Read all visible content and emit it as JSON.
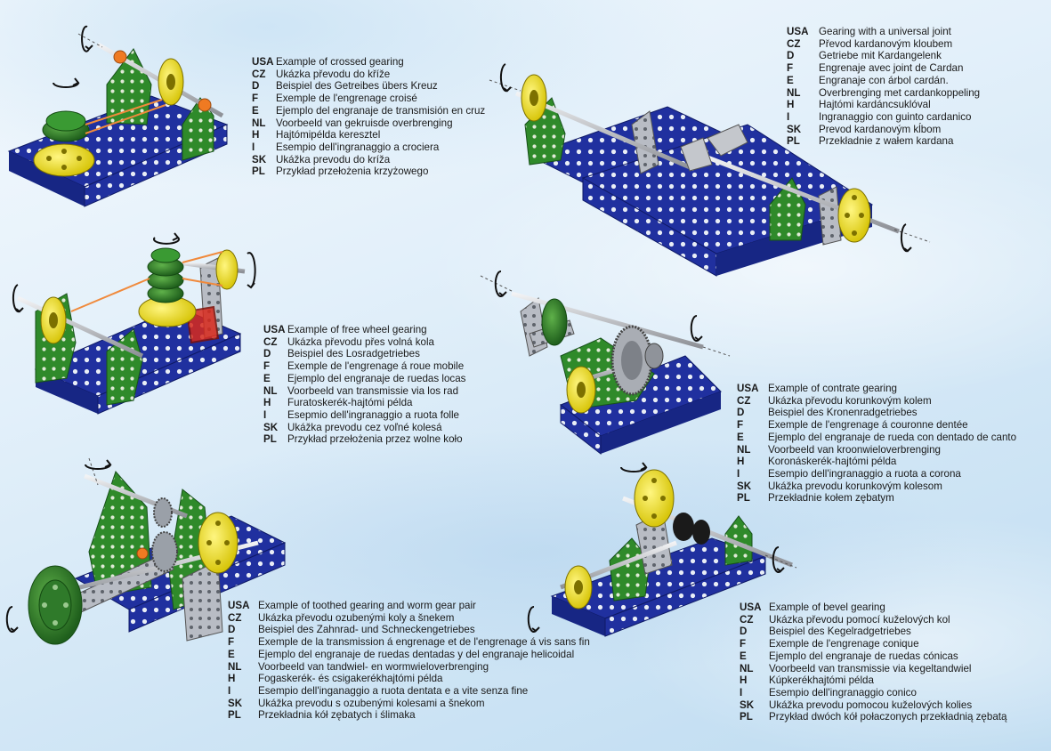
{
  "colors": {
    "base_plate": "#1f2f9e",
    "bracket_green": "#2f8a2a",
    "wheel_yellow": "#f2e21a",
    "steel": "#b9bcc2",
    "orange_belt": "#f08a3c",
    "red_part": "#d8291c"
  },
  "icons": [
    "rotation-arrow-icon",
    "axis-dash-icon"
  ],
  "captions": [
    {
      "id": "crossed",
      "rows": [
        {
          "code": "USA",
          "text": "Example of crossed gearing"
        },
        {
          "code": "CZ",
          "text": "Ukázka převodu do kříže"
        },
        {
          "code": "D",
          "text": "Beispiel des Getreibes übers Kreuz"
        },
        {
          "code": "F",
          "text": "Exemple de l'engrenage croisé"
        },
        {
          "code": "E",
          "text": "Ejemplo del engranaje de transmisión en cruz"
        },
        {
          "code": "NL",
          "text": "Voorbeeld van gekruisde overbrenging"
        },
        {
          "code": "H",
          "text": "Hajtómipélda keresztel"
        },
        {
          "code": "I",
          "text": "Esempio dell'ingranaggio a crociera"
        },
        {
          "code": "SK",
          "text": "Ukážka prevodu do kríža"
        },
        {
          "code": "PL",
          "text": "Przykład przełożenia krzyżowego"
        }
      ]
    },
    {
      "id": "universal",
      "rows": [
        {
          "code": "USA",
          "text": "Gearing with a universal joint"
        },
        {
          "code": "CZ",
          "text": "Převod kardanovým kloubem"
        },
        {
          "code": "D",
          "text": "Getriebe mit Kardangelenk"
        },
        {
          "code": "F",
          "text": "Engrenaje avec joint de Cardan"
        },
        {
          "code": "E",
          "text": "Engranaje con árbol cardán."
        },
        {
          "code": "NL",
          "text": "Overbrenging met cardankoppeling"
        },
        {
          "code": "H",
          "text": "Hajtómi kardáncsuklóval"
        },
        {
          "code": "I",
          "text": "Ingranaggio con guinto cardanico"
        },
        {
          "code": "SK",
          "text": "Prevod  kardanovým kĺbom"
        },
        {
          "code": "PL",
          "text": "Przekładnie z wałem kardana"
        }
      ]
    },
    {
      "id": "freewheel",
      "rows": [
        {
          "code": "USA",
          "text": "Example of free wheel gearing"
        },
        {
          "code": "CZ",
          "text": "Ukázka převodu přes volná kola"
        },
        {
          "code": "D",
          "text": "Beispiel des Losradgetriebes"
        },
        {
          "code": "F",
          "text": "Exemple de l'engrenage á roue mobile"
        },
        {
          "code": "E",
          "text": "Ejemplo del engranaje de ruedas locas"
        },
        {
          "code": "NL",
          "text": "Voorbeeld van transmissie via los rad"
        },
        {
          "code": "H",
          "text": "Furatoskerék-hajtómi példa"
        },
        {
          "code": "I",
          "text": "Esepmio dell'ingranaggio a ruota folle"
        },
        {
          "code": "SK",
          "text": "Ukážka prevodu cez voľné kolesá"
        },
        {
          "code": "PL",
          "text": "Przykład przełożenia przez wolne koło"
        }
      ]
    },
    {
      "id": "contrate",
      "rows": [
        {
          "code": "USA",
          "text": "Example of contrate gearing"
        },
        {
          "code": "CZ",
          "text": "Ukázka převodu korunkovým kolem"
        },
        {
          "code": "D",
          "text": "Beispiel des Kronenradgetriebes"
        },
        {
          "code": "F",
          "text": "Exemple de l'engrenage á couronne dentée"
        },
        {
          "code": "E",
          "text": "Ejemplo del engranaje de rueda con dentado de canto"
        },
        {
          "code": "NL",
          "text": "Voorbeeld van kroonwieloverbrenging"
        },
        {
          "code": "H",
          "text": "Koronáskerék-hajtómi példa"
        },
        {
          "code": "I",
          "text": "Esempio dell'ingranaggio a ruota a corona"
        },
        {
          "code": "SK",
          "text": "Ukážka prevodu korunkovým kolesom"
        },
        {
          "code": "PL",
          "text": "Przekładnie kołem zębatym"
        }
      ]
    },
    {
      "id": "toothed",
      "rows": [
        {
          "code": "USA",
          "text": "Example of toothed gearing and worm gear pair"
        },
        {
          "code": "CZ",
          "text": "Ukázka převodu ozubenými koly a šnekem"
        },
        {
          "code": "D",
          "text": "Beispiel des Zahnrad- und Schneckengetriebes"
        },
        {
          "code": "F",
          "text": "Exemple de la transmission á engrenage et de l'engrenage á vis sans fin"
        },
        {
          "code": "E",
          "text": "Ejemplo del engranaje de ruedas dentadas y del engranaje helicoidal"
        },
        {
          "code": "NL",
          "text": "Voorbeeld van tandwiel- en wormwieloverbrenging"
        },
        {
          "code": "H",
          "text": "Fogaskerék- és csigakerékhajtómi példa"
        },
        {
          "code": "I",
          "text": "Esempio dell'inganaggio a ruota dentata e a vite senza fine"
        },
        {
          "code": "SK",
          "text": "Ukážka prevodu s ozubenými kolesami a šnekom"
        },
        {
          "code": "PL",
          "text": "Przekładnia  kół zębatych i ślimaka"
        }
      ]
    },
    {
      "id": "bevel",
      "rows": [
        {
          "code": "USA",
          "text": "Example of bevel gearing"
        },
        {
          "code": "CZ",
          "text": "Ukázka převodu pomocí kuželových kol"
        },
        {
          "code": "D",
          "text": "Beispiel des Kegelradgetriebes"
        },
        {
          "code": "F",
          "text": "Exemple de l'engrenage conique"
        },
        {
          "code": "E",
          "text": "Ejemplo del engranaje de ruedas cónicas"
        },
        {
          "code": "NL",
          "text": "Voorbeeld van transmissie via kegeltandwiel"
        },
        {
          "code": "H",
          "text": "Kúpkerékhajtómi példa"
        },
        {
          "code": "I",
          "text": "Esempio dell'ingranaggio conico"
        },
        {
          "code": "SK",
          "text": "Ukážka prevodu pomocou kuželových kolies"
        },
        {
          "code": "PL",
          "text": "Przykład dwóch kół połaczonych przekładnią zębatą"
        }
      ]
    }
  ]
}
